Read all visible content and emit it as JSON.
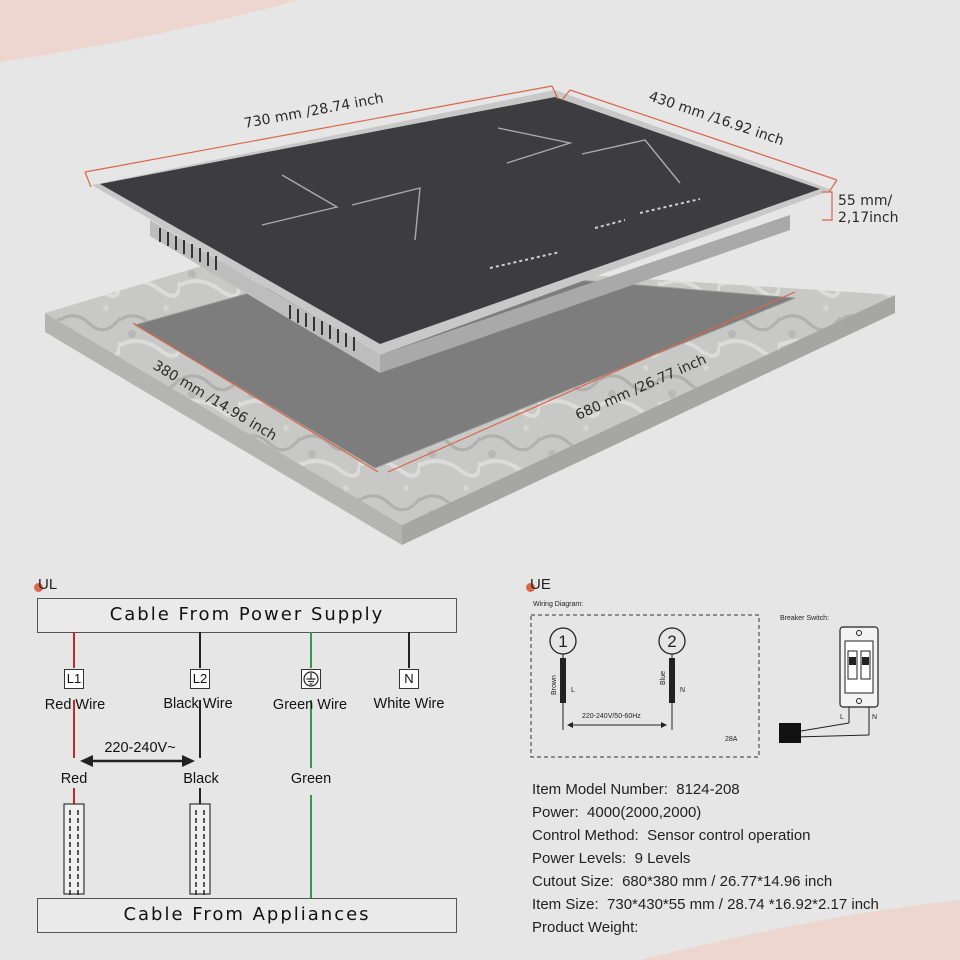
{
  "dimensions": {
    "width_top": "730 mm /28.74 inch",
    "depth_top": "430 mm /16.92 inch",
    "height_line1": "55 mm/",
    "height_line2": "2,17inch",
    "cutout_depth": "380 mm /14.96 inch",
    "cutout_width": "680 mm /26.77 inch"
  },
  "ul_diagram": {
    "label": "UL",
    "top_box": "Cable From Power Supply",
    "bottom_box": "Cable From Appliances",
    "voltage": "220-240V~",
    "wires": [
      {
        "terminal": "L1",
        "name": "Red Wire",
        "color_name": "Red",
        "color": "#c0282d"
      },
      {
        "terminal": "L2",
        "name": "Black Wire",
        "color_name": "Black",
        "color": "#222222"
      },
      {
        "terminal": "",
        "name": "Green Wire",
        "color_name": "Green",
        "color": "#2e9a4a"
      },
      {
        "terminal": "N",
        "name": "White Wire",
        "color_name": "",
        "color": "#222222"
      }
    ]
  },
  "ue_diagram": {
    "label": "UE",
    "wiring_title": "Wiring Diagram:",
    "breaker_title": "Breaker Switch:",
    "terminal_1": "1",
    "terminal_2": "2",
    "wire_1_color": "Brown",
    "wire_1_letter": "L",
    "wire_2_color": "Blue",
    "wire_2_letter": "N",
    "voltage": "220-240V/50-60Hz",
    "amps": "28A",
    "breaker_l": "L",
    "breaker_n": "N"
  },
  "specs": [
    {
      "label": "Item Model Number:",
      "value": "8124-208"
    },
    {
      "label": "Power:",
      "value": "4000(2000,2000)"
    },
    {
      "label": "Control Method:",
      "value": "Sensor control operation"
    },
    {
      "label": "Power Levels:",
      "value": "9 Levels"
    },
    {
      "label": "Cutout Size:",
      "value": "680*380 mm / 26.77*14.96 inch"
    },
    {
      "label": "Item Size:",
      "value": "730*430*55 mm / 28.74 *16.92*2.17 inch"
    },
    {
      "label": "Product Weight:",
      "value": ""
    }
  ],
  "colors": {
    "accent": "#d9674a",
    "background": "#e6e6e6",
    "glass": "#3d3d3f"
  }
}
